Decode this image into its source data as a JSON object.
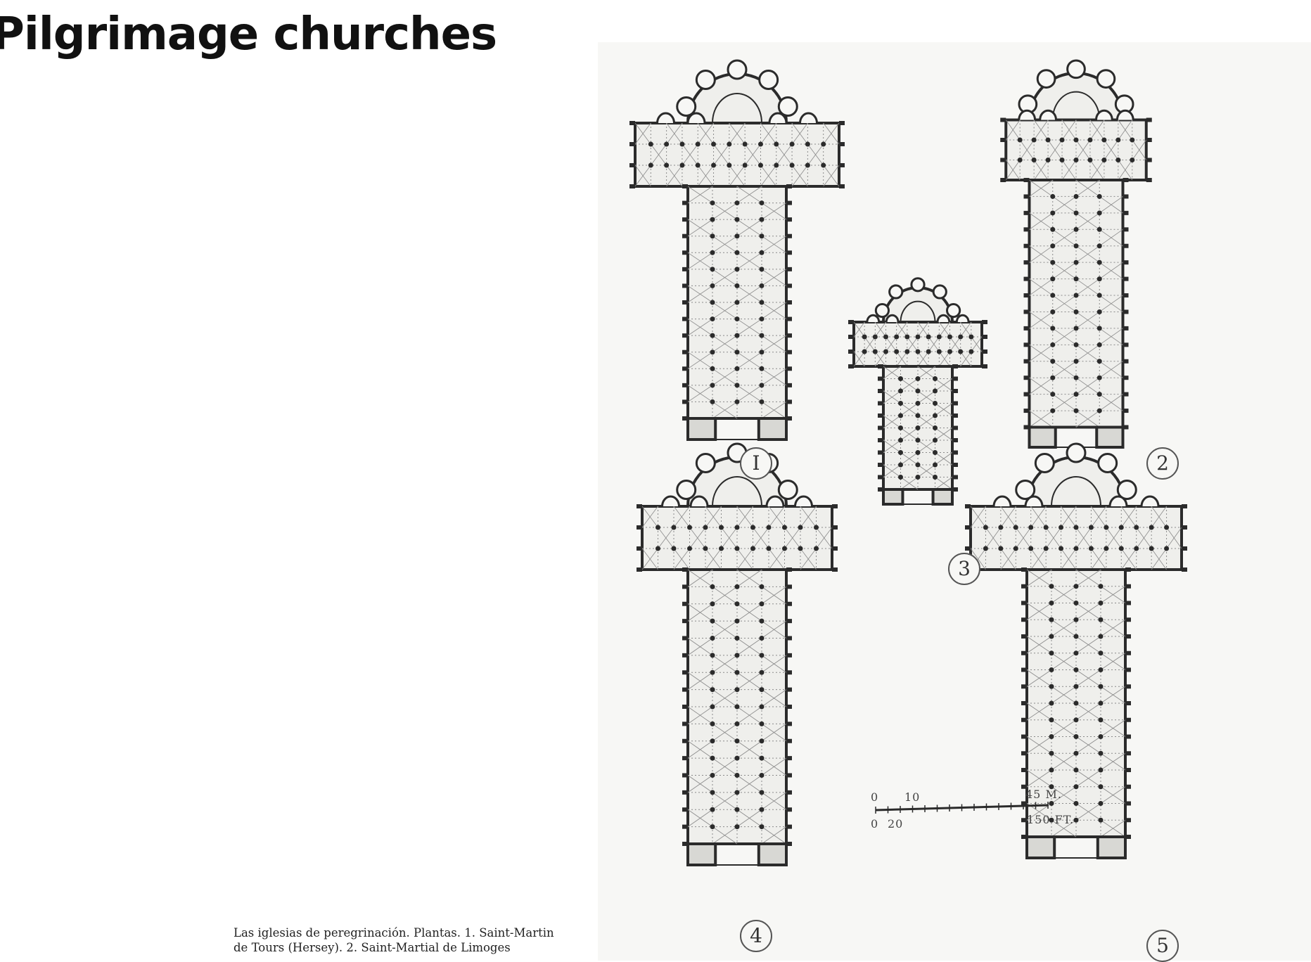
{
  "title": "Pilgrimage churches",
  "plans": [
    {
      "label": "I"
    },
    {
      "label": "2"
    },
    {
      "label": "3"
    },
    {
      "label": "4"
    },
    {
      "label": "5"
    }
  ],
  "scale_bar": {
    "metric_zero": "0",
    "metric_mid": "10",
    "metric_end": "45 M.",
    "imperial_zero": "0",
    "imperial_mid": "20",
    "imperial_end": "150 FT."
  },
  "caption": {
    "line1": "Las iglesias de peregrinación. Plantas. 1. Saint-Martin",
    "line2": "de Tours (Hersey). 2. Saint-Martial de Limoges"
  },
  "colors": {
    "ink": "#2b2b2b",
    "hatch": "#8a8a8a",
    "paper": "#f7f7f5"
  }
}
